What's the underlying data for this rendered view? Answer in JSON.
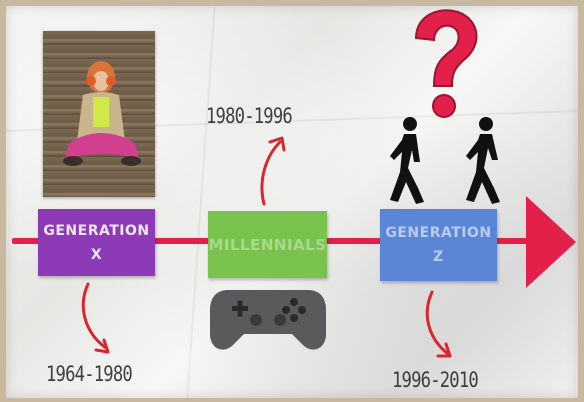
{
  "generations": [
    {
      "line1": "GENERATION",
      "line2": "X",
      "years": "1964-1980",
      "color": "#8d3ab6"
    },
    {
      "line1": "MILLENNIALS",
      "years": "1980-1996",
      "color": "#78c24d"
    },
    {
      "line1": "GENERATION",
      "line2": "Z",
      "years": "1996-2010",
      "color": "#5b86d6"
    }
  ],
  "colors": {
    "timeline": "#e2204a",
    "question_mark": "#e2204a",
    "arrow": "#d9262e"
  },
  "icons": [
    "woman-photo",
    "game-controller-icon",
    "question-mark-icon",
    "walking-person-icon",
    "curved-arrow-icon"
  ]
}
